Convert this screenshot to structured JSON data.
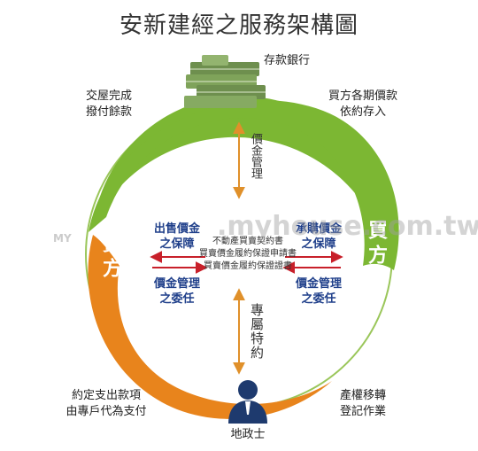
{
  "title": "安新建經之服務架構圖",
  "nodes": {
    "bank": "存款銀行",
    "buyer": "買方",
    "seller": "賣方",
    "land_office": "地政士"
  },
  "arcs": {
    "top_left": [
      "交屋完成",
      "撥付餘款"
    ],
    "top_right": [
      "買方各期價款",
      "依約存入"
    ],
    "bottom_left": [
      "約定支出款項",
      "由專戶代為支付"
    ],
    "bottom_right": [
      "產權移轉",
      "登記作業"
    ]
  },
  "flows": {
    "vertical_top": "價金管理",
    "vertical_bottom": "專屬特約",
    "left_top": [
      "出售價金",
      "之保障"
    ],
    "left_bottom": [
      "價金管理",
      "之委任"
    ],
    "right_top": [
      "承購價金",
      "之保障"
    ],
    "right_bottom": [
      "價金管理",
      "之委任"
    ],
    "center_docs": [
      "不動產買賣契約書",
      "買賣價金履約保證申請書",
      "買賣價金履約保證證書"
    ]
  },
  "watermark": {
    "text": ".myhouse.com.tw",
    "logo": "MY"
  },
  "colors": {
    "green": "#7cb733",
    "orange": "#e8841c",
    "arrow_red": "#c8202a",
    "arrow_orange": "#e0902a",
    "text_blue": "#1f3f8a"
  }
}
